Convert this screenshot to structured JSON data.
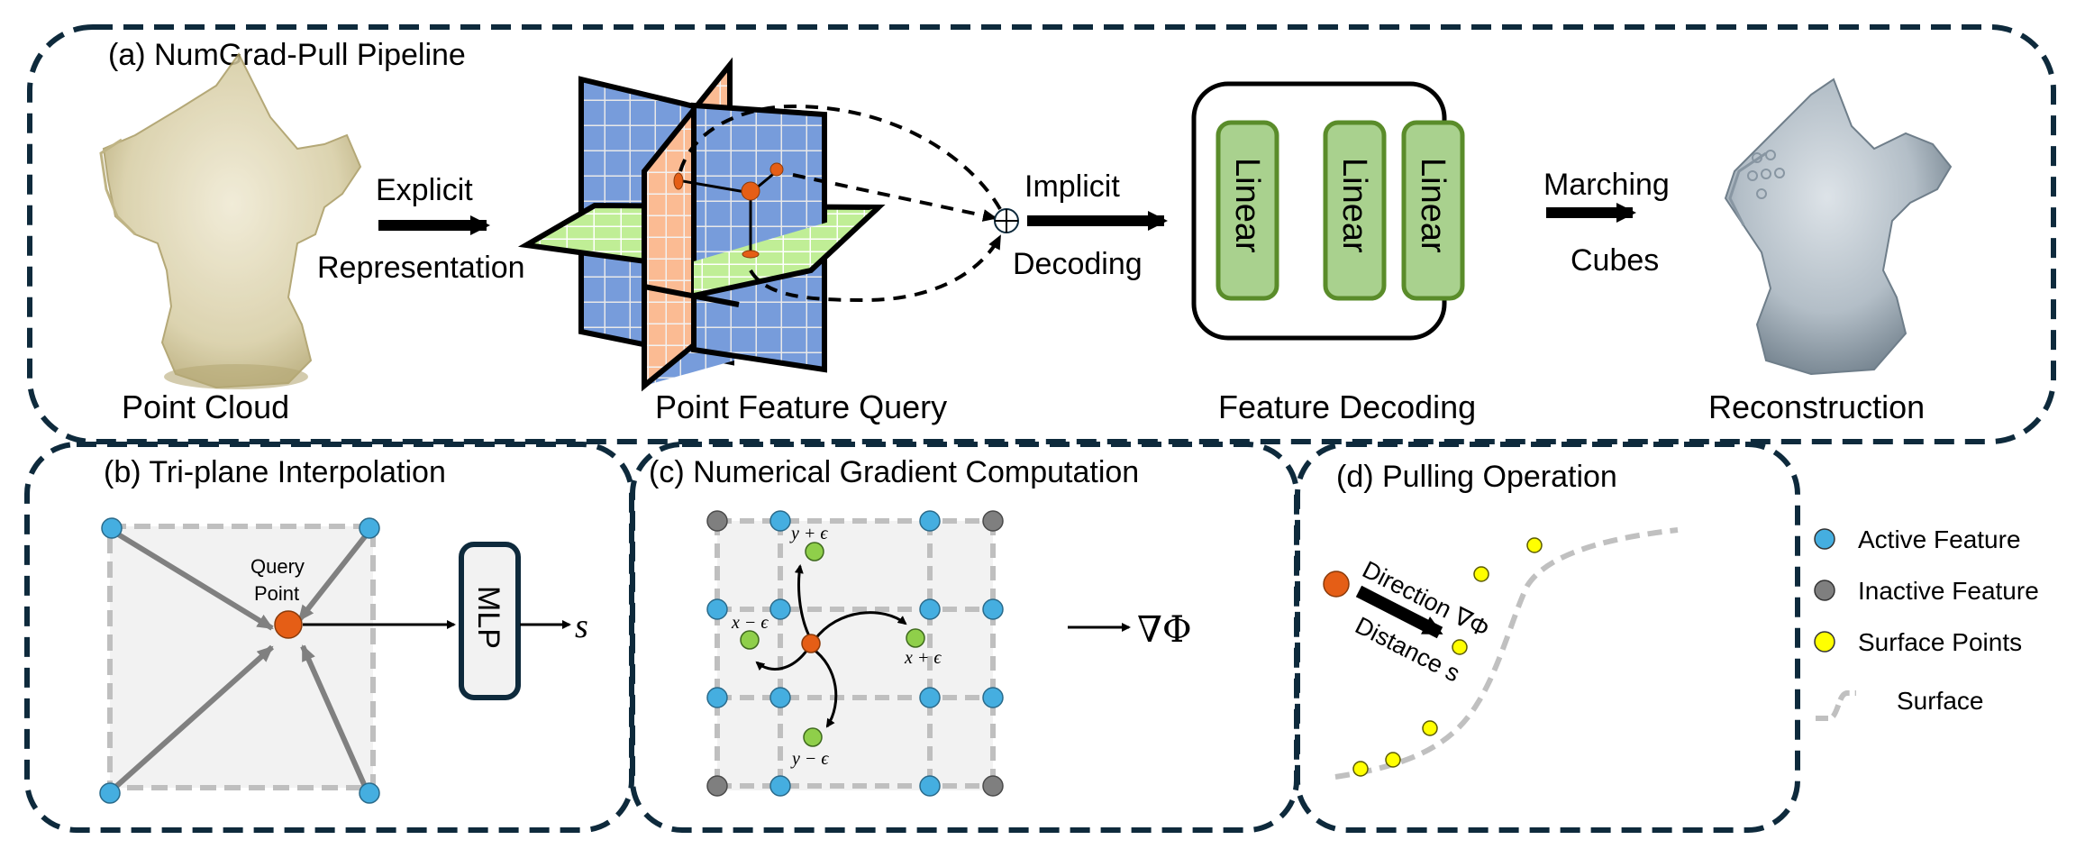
{
  "panels": {
    "a": {
      "title": "(a) NumGrad-Pull Pipeline",
      "stages": {
        "point_cloud": "Point Cloud",
        "point_feature_query": "Point Feature Query",
        "feature_decoding": "Feature Decoding",
        "reconstruction": "Reconstruction"
      },
      "arrows": {
        "explicit": {
          "top": "Explicit",
          "bottom": "Representation"
        },
        "implicit": {
          "top": "Implicit",
          "bottom": "Decoding"
        },
        "marching": {
          "top": "Marching",
          "bottom": "Cubes"
        }
      },
      "decoder_layers": [
        "Linear",
        "Linear",
        "Linear"
      ],
      "sum_symbol": "⊕"
    },
    "b": {
      "title": "(b) Tri-plane Interpolation",
      "query_label_line1": "Query",
      "query_label_line2": "Point",
      "mlp_label": "MLP",
      "output_symbol": "s"
    },
    "c": {
      "title": "(c) Numerical Gradient Computation",
      "offsets": {
        "y_plus": "y + ϵ",
        "y_minus": "y − ϵ",
        "x_plus": "x + ϵ",
        "x_minus": "x − ϵ"
      },
      "output_symbol": "∇Φ"
    },
    "d": {
      "title": "(d) Pulling Operation",
      "direction_label": "Direction ∇Φ",
      "distance_label": "Distance s"
    }
  },
  "legend": [
    {
      "label": "Active Feature",
      "kind": "active",
      "color": "#45AEE0"
    },
    {
      "label": "Inactive Feature",
      "kind": "inactive",
      "color": "#7F7F7F"
    },
    {
      "label": "Surface Points",
      "kind": "surface-point",
      "color": "#FFFF00"
    },
    {
      "label": "Surface",
      "kind": "surface-line",
      "color": "#C0C0C0"
    }
  ],
  "colors": {
    "panel_border": "#0E2A3C",
    "query_point": "#E55E16",
    "offset_point": "#8FCF4A",
    "plane_blue": "#779CDB",
    "plane_orange": "#FBBB93",
    "plane_green": "#C0EE96",
    "linear_fill": "#A9D18E",
    "linear_border": "#5A8C2A",
    "point_cloud": "#C8BC8A",
    "mesh": "#B7C0C8"
  }
}
